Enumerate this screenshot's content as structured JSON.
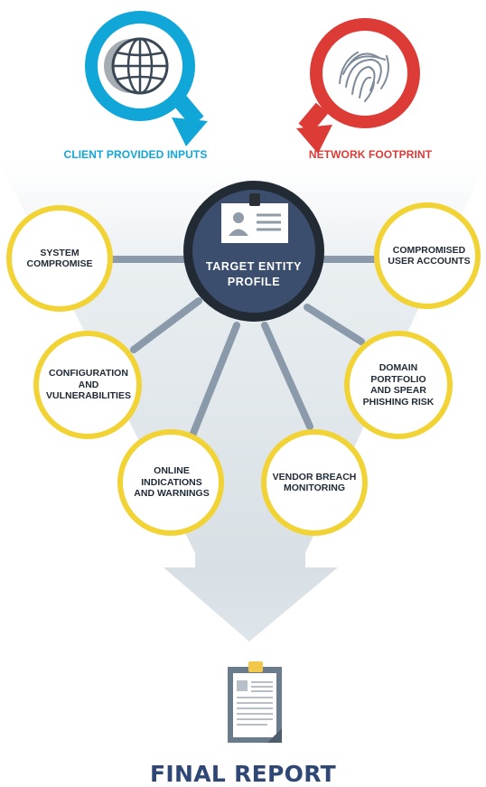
{
  "inputs": {
    "client": {
      "label": "CLIENT PROVIDED INPUTS",
      "color": "#10a6d8",
      "icon": "globe-icon"
    },
    "network": {
      "label": "NETWORK FOOTPRINT",
      "color": "#dc3b36",
      "icon": "fingerprint-icon"
    }
  },
  "center": {
    "line1": "TARGET ENTITY",
    "line2": "PROFILE",
    "icon": "id-badge-icon",
    "color": "#3c4e6e"
  },
  "nodes": {
    "system_compromise": "SYSTEM\nCOMPROMISE",
    "compromised_accounts": "COMPROMISED\nUSER ACCOUNTS",
    "configuration": "CONFIGURATION\nAND\nVULNERABILITIES",
    "domain_portfolio": "DOMAIN\nPORTFOLIO\nAND SPEAR\nPHISHING RISK",
    "online_indications": "ONLINE\nINDICATIONS\nAND WARNINGS",
    "vendor_breach": "VENDOR BREACH\nMONITORING"
  },
  "final": {
    "label": "FINAL REPORT",
    "icon": "clipboard-report-icon"
  },
  "colors": {
    "node_border": "#f2d335",
    "connector": "#8a9aaa",
    "funnel": "#dde5ea"
  }
}
